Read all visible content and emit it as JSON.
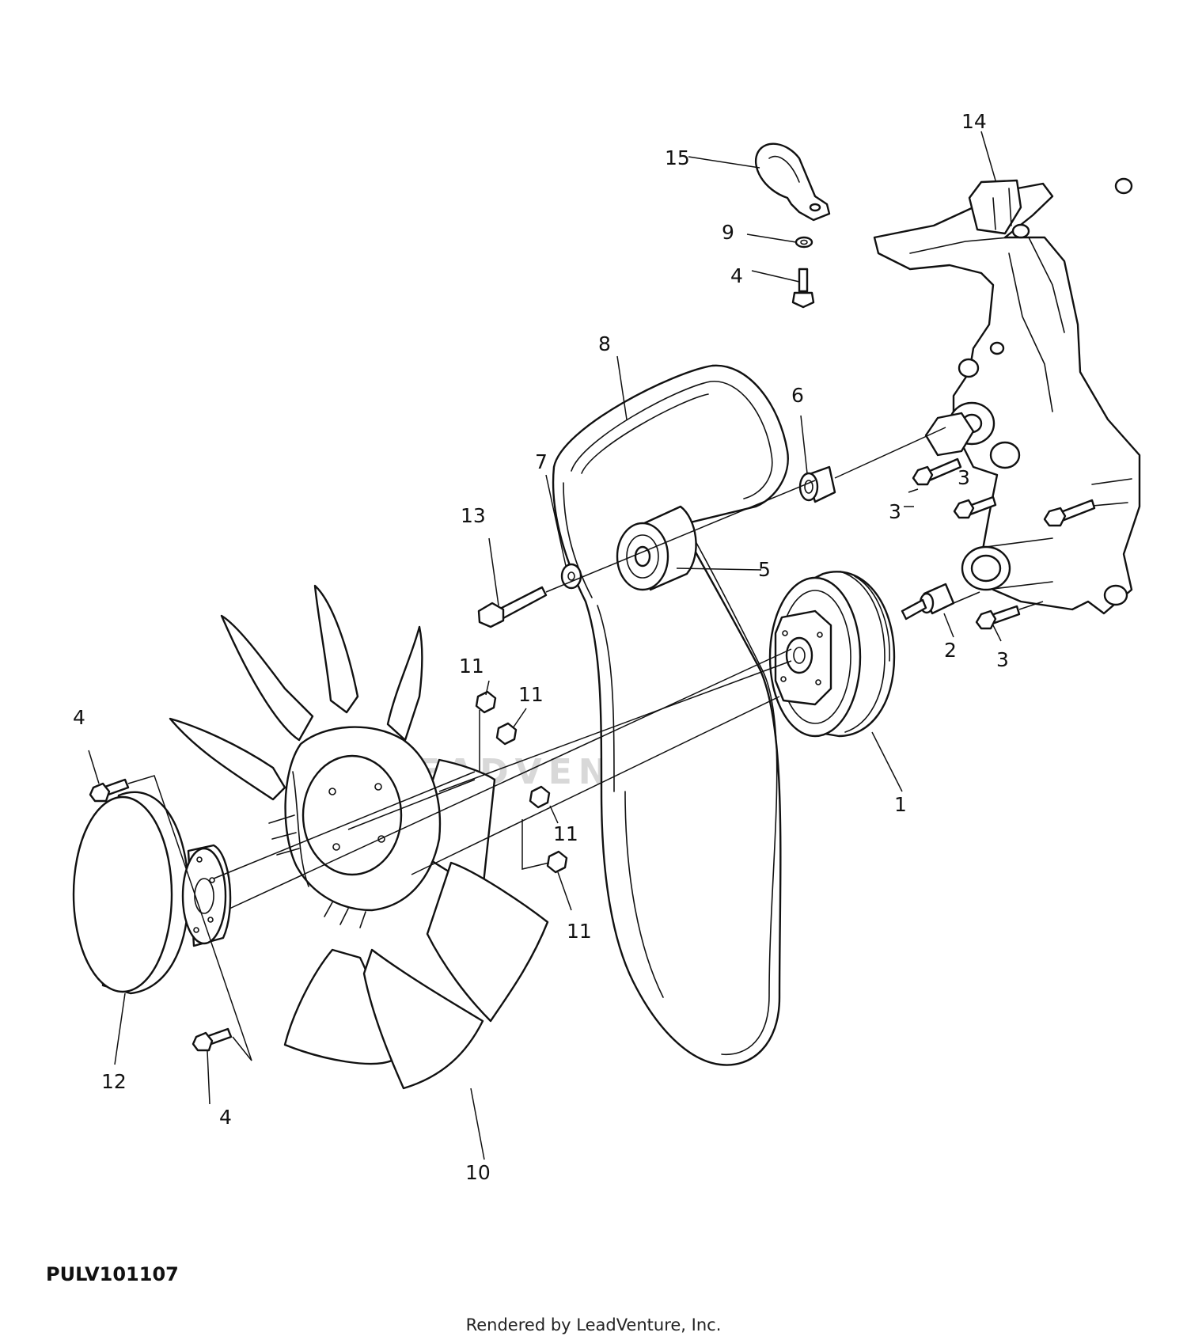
{
  "figure_code": "PULV101107",
  "footer": "Rendered by LeadVenture, Inc.",
  "watermark": "LEADVENTURE",
  "callouts": [
    {
      "id": "c1",
      "label": "1"
    },
    {
      "id": "c2",
      "label": "2"
    },
    {
      "id": "c3a",
      "label": "3"
    },
    {
      "id": "c3b",
      "label": "3"
    },
    {
      "id": "c3c",
      "label": "3"
    },
    {
      "id": "c4a",
      "label": "4"
    },
    {
      "id": "c4b",
      "label": "4"
    },
    {
      "id": "c4c",
      "label": "4"
    },
    {
      "id": "c5",
      "label": "5"
    },
    {
      "id": "c6",
      "label": "6"
    },
    {
      "id": "c7",
      "label": "7"
    },
    {
      "id": "c8",
      "label": "8"
    },
    {
      "id": "c9",
      "label": "9"
    },
    {
      "id": "c10",
      "label": "10"
    },
    {
      "id": "c11a",
      "label": "11"
    },
    {
      "id": "c11b",
      "label": "11"
    },
    {
      "id": "c11c",
      "label": "11"
    },
    {
      "id": "c11d",
      "label": "11"
    },
    {
      "id": "c12",
      "label": "12"
    },
    {
      "id": "c13",
      "label": "13"
    },
    {
      "id": "c14",
      "label": "14"
    },
    {
      "id": "c15",
      "label": "15"
    }
  ]
}
